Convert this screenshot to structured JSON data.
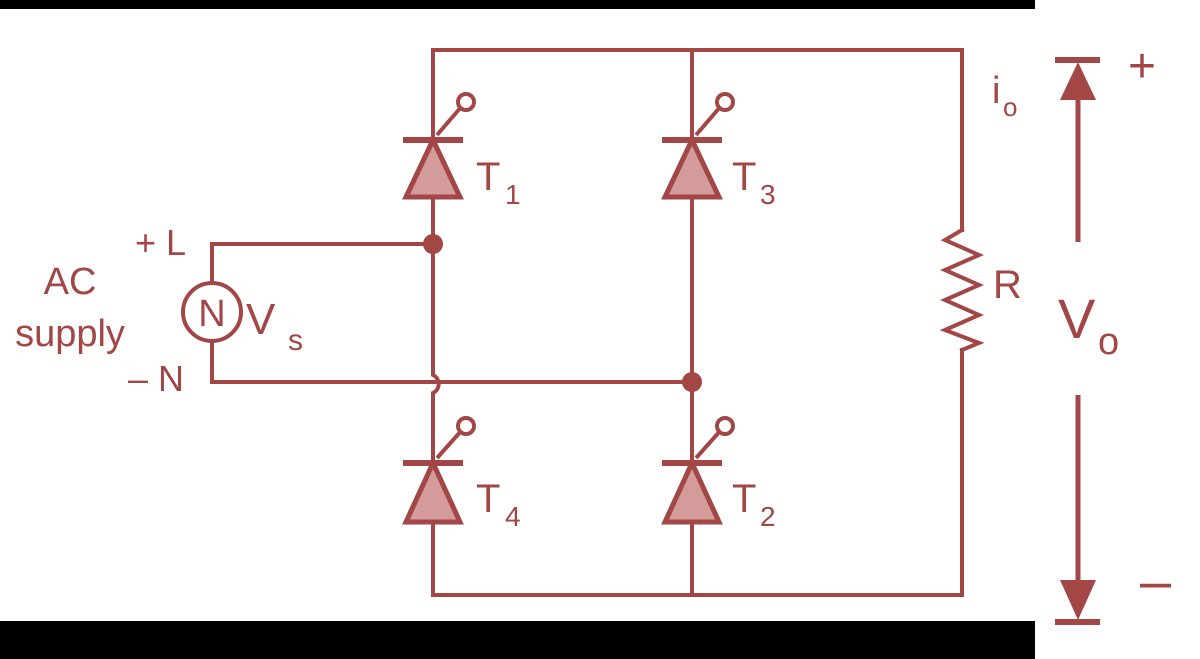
{
  "colors": {
    "ink": "#a24646",
    "thyristor_fill": "#d49b9b",
    "background": "#ffffff",
    "black_bands": "#000000"
  },
  "source": {
    "label_line1": "AC",
    "label_line2": "supply",
    "symbol": "N",
    "terminal_live": "+ L",
    "terminal_neutral": "– N",
    "voltage_main": "V",
    "voltage_sub": "s"
  },
  "thyristors": [
    {
      "id": "T1",
      "main": "T",
      "sub": "1"
    },
    {
      "id": "T3",
      "main": "T",
      "sub": "3"
    },
    {
      "id": "T4",
      "main": "T",
      "sub": "4"
    },
    {
      "id": "T2",
      "main": "T",
      "sub": "2"
    }
  ],
  "load": {
    "resistor_label": "R",
    "current_main": "i",
    "current_sub": "o"
  },
  "output": {
    "voltage_main": "V",
    "voltage_sub": "o",
    "plus": "+",
    "minus": "–"
  }
}
